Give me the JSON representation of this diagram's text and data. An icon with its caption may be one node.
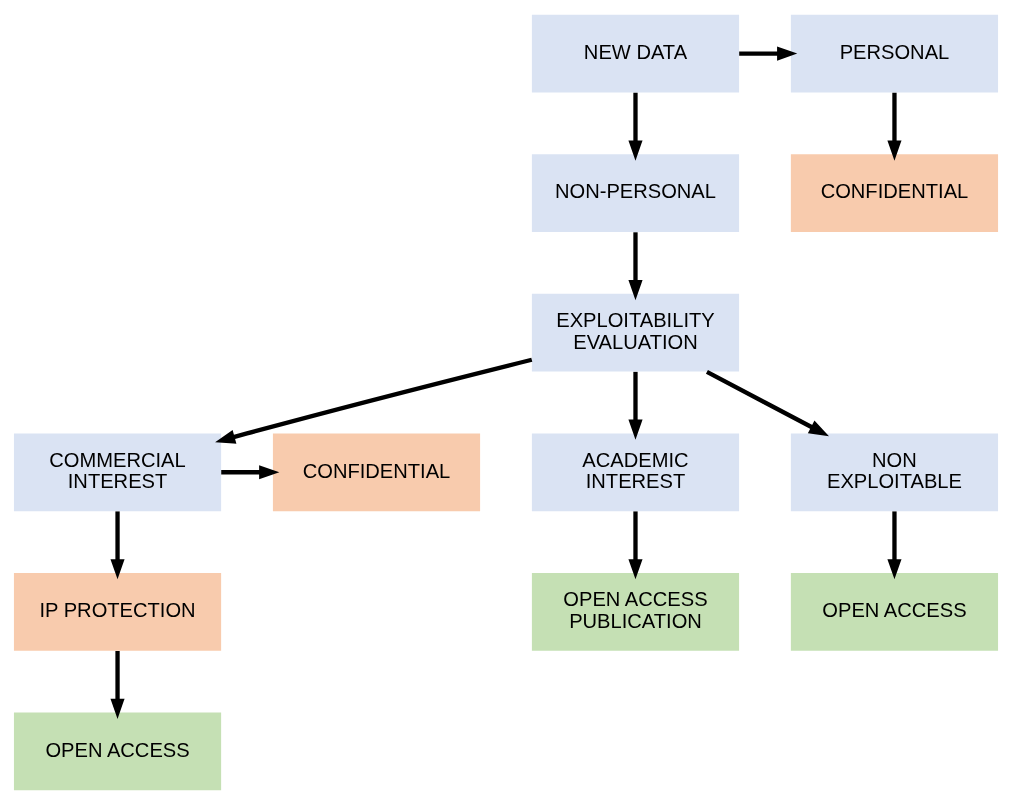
{
  "diagram": {
    "nodes": [
      {
        "text": [
          "NEW DATA"
        ]
      },
      {
        "text": [
          "PERSONAL"
        ]
      },
      {
        "text": [
          "NON-PERSONAL"
        ]
      },
      {
        "text": [
          "CONFIDENTIAL"
        ]
      },
      {
        "text": [
          "EXPLOITABILITY EVALUATION"
        ]
      },
      {
        "text": [
          "CONFIDENTIAL"
        ]
      },
      {
        "text": [
          "COMMERCIAL INTEREST"
        ]
      },
      {
        "text": [
          "ACADEMIC INTEREST"
        ]
      },
      {
        "text": [
          "NON EXPLOITABLE"
        ]
      },
      {
        "text": [
          "IP PROTECTION"
        ]
      },
      {
        "text": [
          "OPEN ACCESS PUBLICATION"
        ]
      },
      {
        "text": [
          "OPEN ACCESS"
        ]
      },
      {
        "text": [
          "OPEN ACCESS"
        ]
      }
    ],
    "edges": [
      {
        "from": 0,
        "to": 1,
        "arrow": "to"
      },
      {
        "from": 0,
        "to": 2,
        "arrow": "to"
      },
      {
        "from": 1,
        "to": 3,
        "arrow": "to"
      },
      {
        "from": 2,
        "to": 4,
        "arrow": "to"
      },
      {
        "from": 4,
        "to": 6,
        "arrow": "to"
      },
      {
        "from": 4,
        "to": 7,
        "arrow": "to"
      },
      {
        "from": 4,
        "to": 8,
        "arrow": "to"
      },
      {
        "from": 6,
        "to": 5,
        "arrow": "to"
      },
      {
        "from": 6,
        "to": 9,
        "arrow": "to"
      },
      {
        "from": 7,
        "to": 10,
        "arrow": "to"
      },
      {
        "from": 8,
        "to": 11,
        "arrow": "to"
      },
      {
        "from": 9,
        "to": 12,
        "arrow": "to"
      }
    ]
  }
}
